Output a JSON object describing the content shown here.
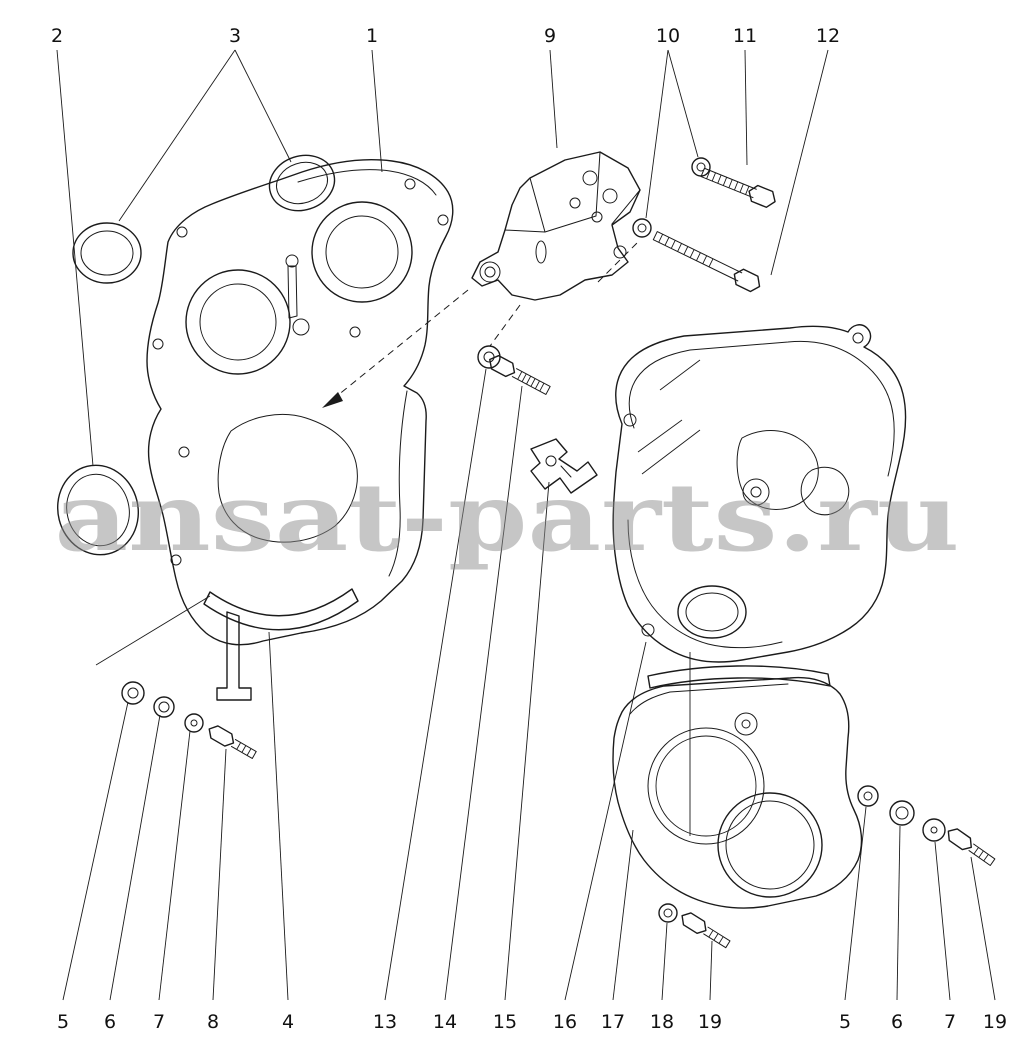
{
  "diagram": {
    "background": "#ffffff",
    "line_color": "#1b1b1b",
    "watermark": {
      "text": "ansat-parts.ru",
      "color": "#8f8f8f",
      "opacity": "0.5"
    },
    "callouts_top": [
      {
        "label": "2"
      },
      {
        "label": "3"
      },
      {
        "label": "1"
      },
      {
        "label": "9"
      },
      {
        "label": "10"
      },
      {
        "label": "11"
      },
      {
        "label": "12"
      }
    ],
    "callouts_bottom": [
      {
        "label": "5"
      },
      {
        "label": "6"
      },
      {
        "label": "7"
      },
      {
        "label": "8"
      },
      {
        "label": "4"
      },
      {
        "label": "13"
      },
      {
        "label": "14"
      },
      {
        "label": "15"
      },
      {
        "label": "16"
      },
      {
        "label": "17"
      },
      {
        "label": "18"
      },
      {
        "label": "19"
      },
      {
        "label": "5"
      },
      {
        "label": "6"
      },
      {
        "label": "7"
      },
      {
        "label": "19"
      }
    ]
  }
}
